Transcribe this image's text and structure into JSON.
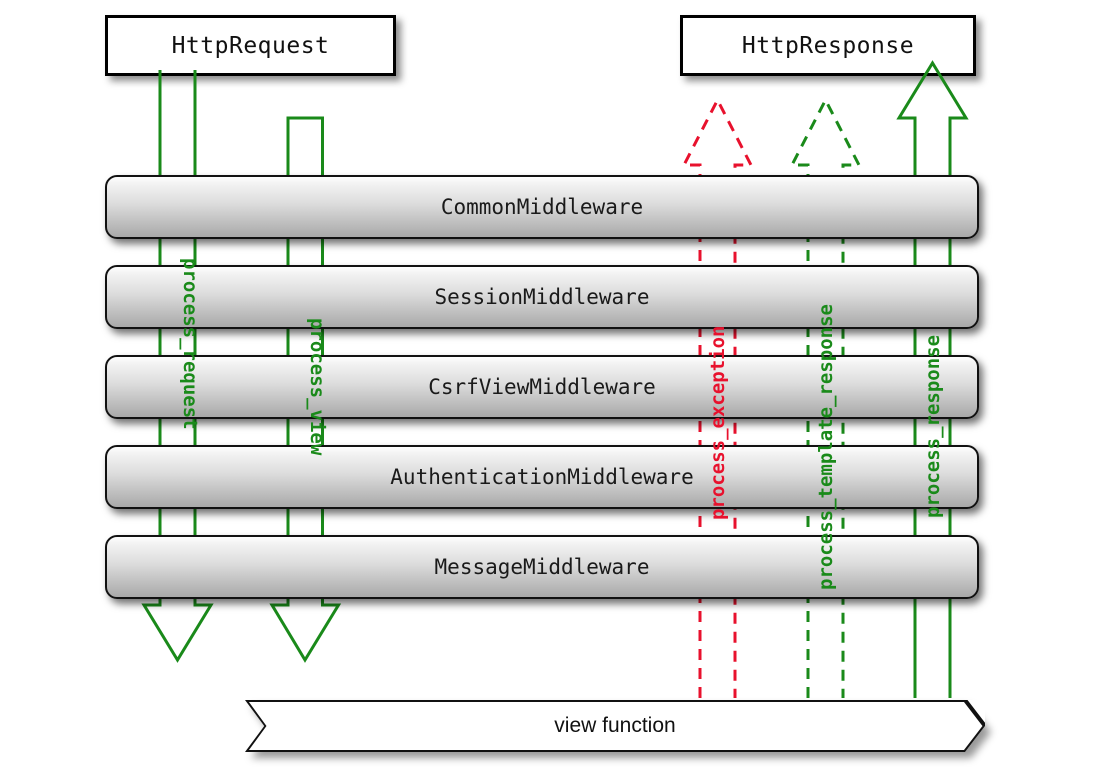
{
  "diagram": {
    "title_request": "HttpRequest",
    "title_response": "HttpResponse",
    "view_function": "view function",
    "middleware": [
      {
        "name": "CommonMiddleware"
      },
      {
        "name": "SessionMiddleware"
      },
      {
        "name": "CsrfViewMiddleware"
      },
      {
        "name": "AuthenticationMiddleware"
      },
      {
        "name": "MessageMiddleware"
      }
    ],
    "flows": [
      {
        "id": "process-request",
        "label": "process_request",
        "color": "#1a8a1a",
        "style": "solid",
        "direction": "down"
      },
      {
        "id": "process-view",
        "label": "process_view",
        "color": "#1a8a1a",
        "style": "solid",
        "direction": "down"
      },
      {
        "id": "process-exception",
        "label": "process_exception",
        "color": "#e8112d",
        "style": "dashed",
        "direction": "up"
      },
      {
        "id": "process-template-response",
        "label": "process_template_response",
        "color": "#1a8a1a",
        "style": "dashed",
        "direction": "up"
      },
      {
        "id": "process-response",
        "label": "process_response",
        "color": "#1a8a1a",
        "style": "solid",
        "direction": "up"
      }
    ],
    "colors": {
      "green": "#1a8a1a",
      "red": "#e8112d",
      "outline": "#111111",
      "background": "#ffffff"
    }
  }
}
